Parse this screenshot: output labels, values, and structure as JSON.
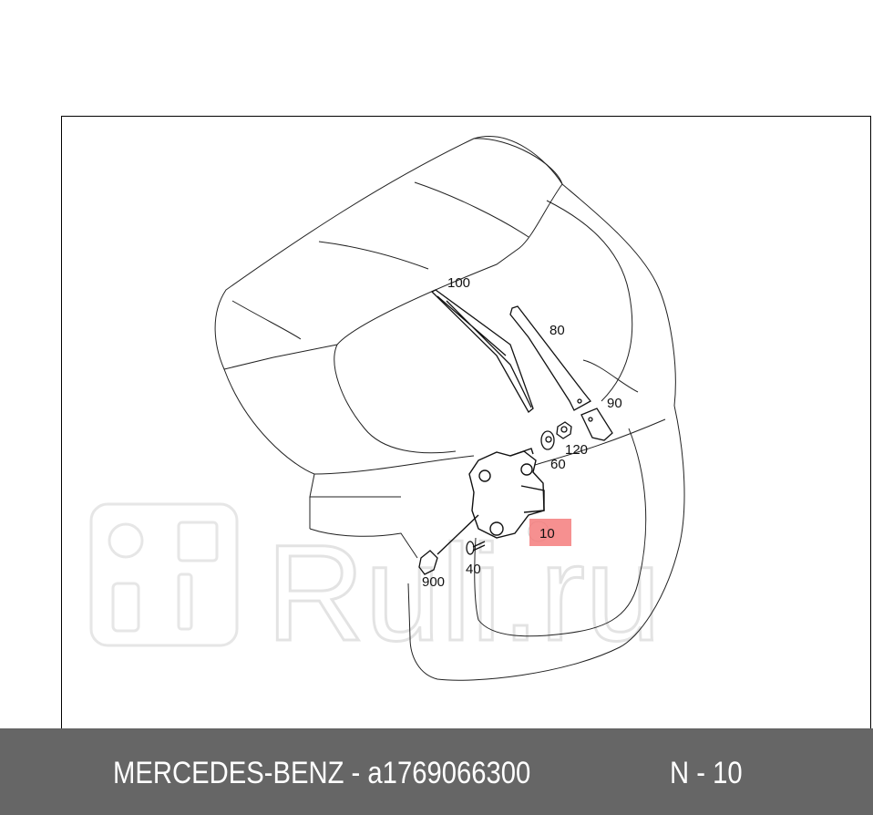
{
  "diagram": {
    "callouts": [
      {
        "id": "100"
      },
      {
        "id": "80"
      },
      {
        "id": "90"
      },
      {
        "id": "120"
      },
      {
        "id": "60"
      },
      {
        "id": "10",
        "highlighted": true
      },
      {
        "id": "40"
      },
      {
        "id": "900"
      }
    ],
    "highlight_color": "#f47c7c",
    "watermark": "Ruli.ru"
  },
  "footer": {
    "part_info": "MERCEDES-BENZ - a1769066300",
    "position": "N - 10",
    "background": "#666666"
  }
}
